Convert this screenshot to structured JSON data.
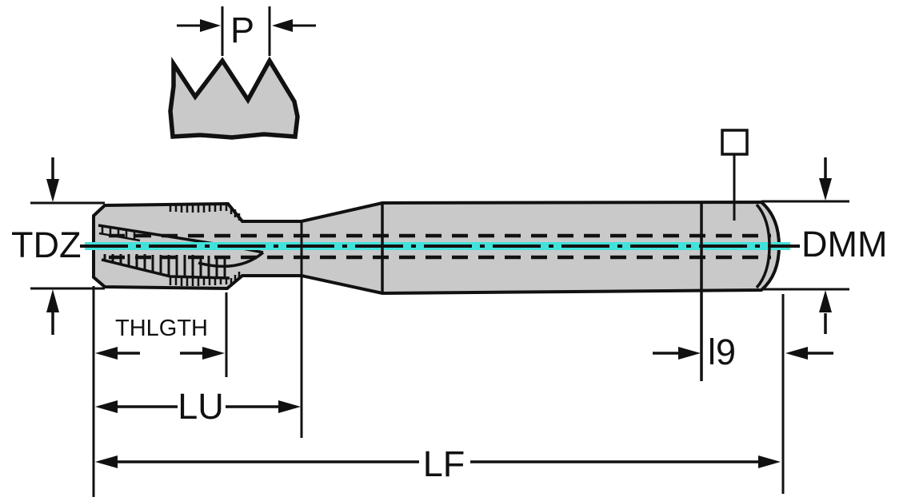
{
  "figure": {
    "detail_view": {
      "pitch_label": "P"
    },
    "labels": {
      "thread_diameter": "TDZ",
      "shank_diameter": "DMM",
      "thread_length": "THLGTH",
      "length_to_neck": "LU",
      "square_length": "l9",
      "overall_length": "LF"
    },
    "colors": {
      "background": "#ffffff",
      "body_fill": "#c9c9c9",
      "line": "#111111",
      "centerline_highlight": "#42e2da"
    }
  }
}
